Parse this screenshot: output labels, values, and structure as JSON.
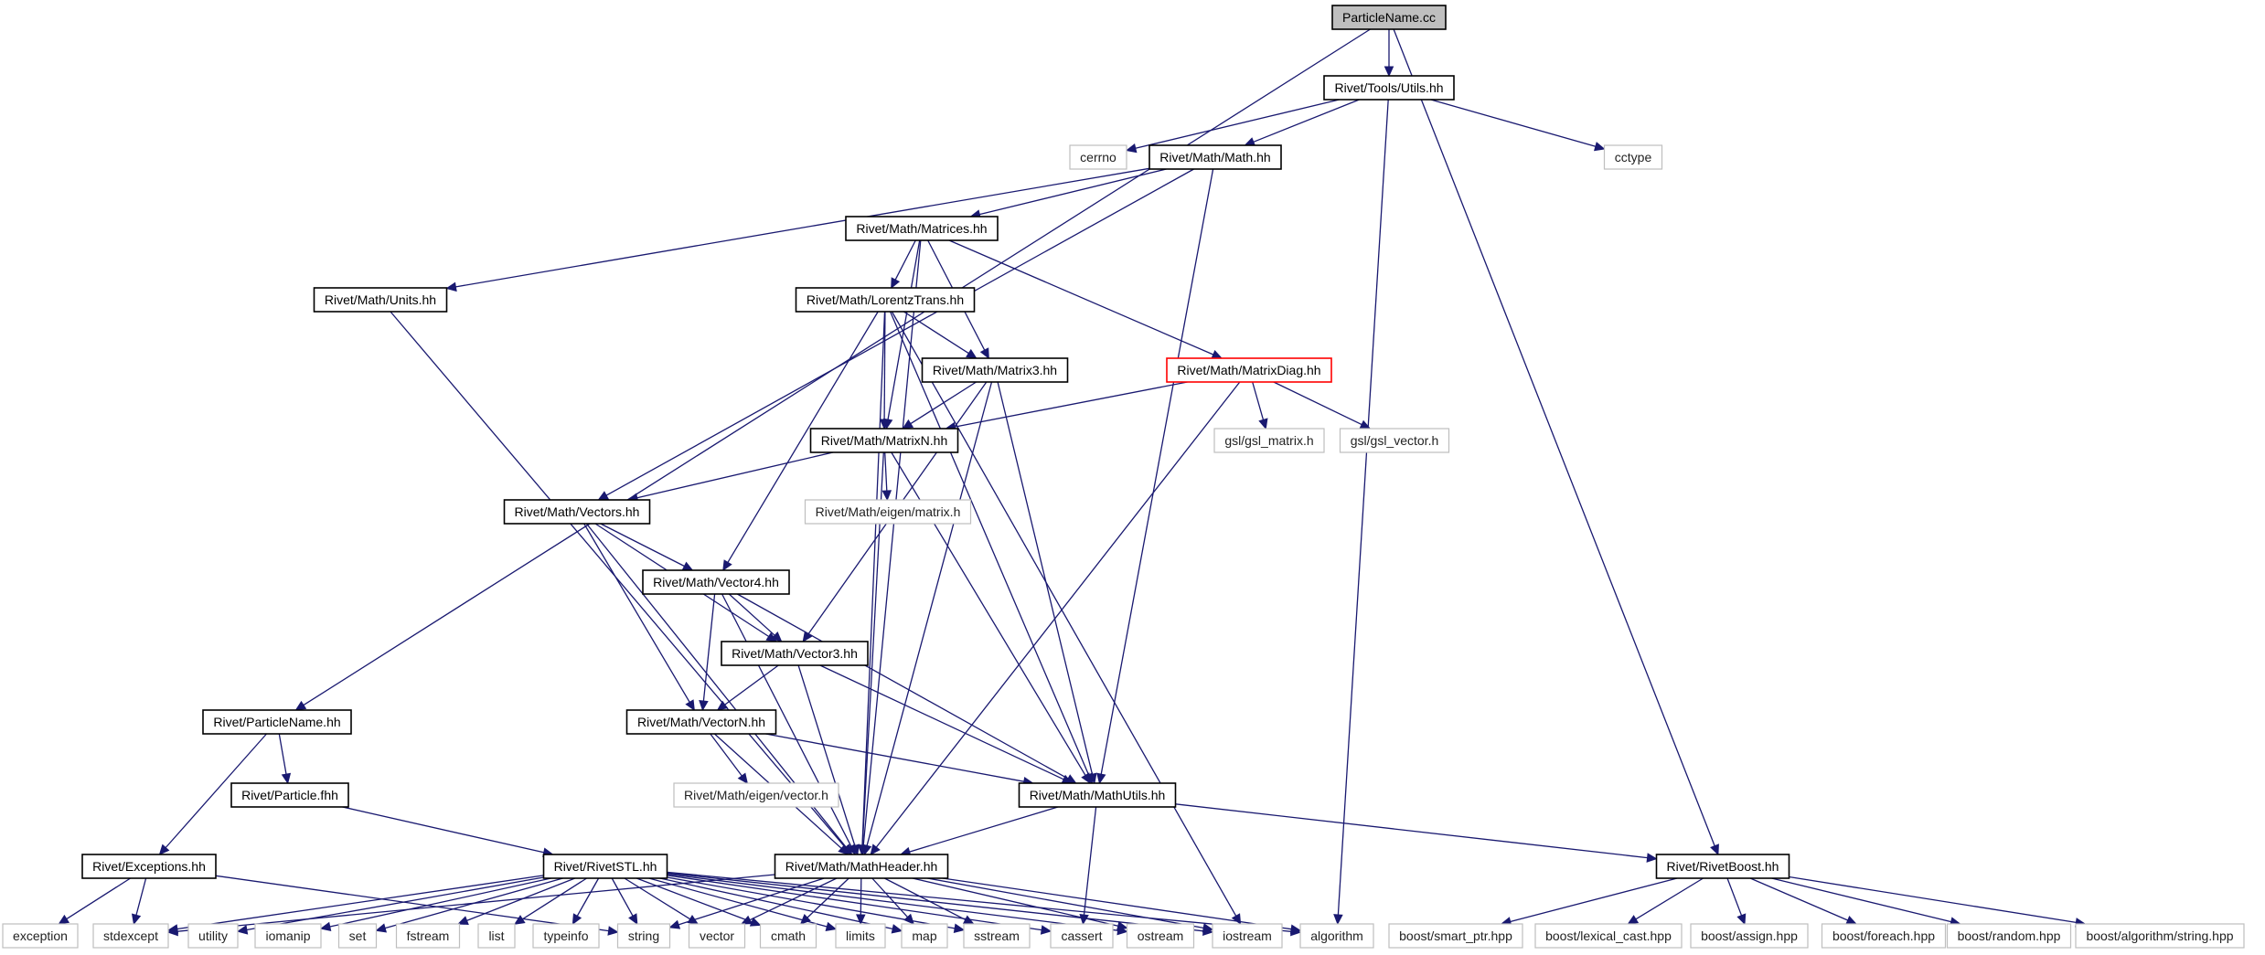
{
  "graph": {
    "title": "ParticleName.cc",
    "colors": {
      "edge": "#191970",
      "node_border": "#000000",
      "focus_fill": "#bfbfbf",
      "system_border": "#bfbfbf",
      "missing_border": "#ff0000"
    },
    "nodes": [
      {
        "id": "particlename_cc",
        "label": "ParticleName.cc",
        "kind": "focus"
      },
      {
        "id": "utils",
        "label": "Rivet/Tools/Utils.hh",
        "kind": "header"
      },
      {
        "id": "cerrno",
        "label": "cerrno",
        "kind": "system"
      },
      {
        "id": "math",
        "label": "Rivet/Math/Math.hh",
        "kind": "header"
      },
      {
        "id": "cctype",
        "label": "cctype",
        "kind": "system"
      },
      {
        "id": "matrices",
        "label": "Rivet/Math/Matrices.hh",
        "kind": "header"
      },
      {
        "id": "units",
        "label": "Rivet/Math/Units.hh",
        "kind": "header"
      },
      {
        "id": "lorentz",
        "label": "Rivet/Math/LorentzTrans.hh",
        "kind": "header"
      },
      {
        "id": "matrix3",
        "label": "Rivet/Math/Matrix3.hh",
        "kind": "header"
      },
      {
        "id": "matrixdiag",
        "label": "Rivet/Math/MatrixDiag.hh",
        "kind": "missing"
      },
      {
        "id": "matrixn",
        "label": "Rivet/Math/MatrixN.hh",
        "kind": "header"
      },
      {
        "id": "gsl_matrix",
        "label": "gsl/gsl_matrix.h",
        "kind": "system"
      },
      {
        "id": "gsl_vector",
        "label": "gsl/gsl_vector.h",
        "kind": "system"
      },
      {
        "id": "eigen_matrix",
        "label": "Rivet/Math/eigen/matrix.h",
        "kind": "system"
      },
      {
        "id": "vectors",
        "label": "Rivet/Math/Vectors.hh",
        "kind": "header"
      },
      {
        "id": "vector4",
        "label": "Rivet/Math/Vector4.hh",
        "kind": "header"
      },
      {
        "id": "vector3",
        "label": "Rivet/Math/Vector3.hh",
        "kind": "header"
      },
      {
        "id": "particlename_hh",
        "label": "Rivet/ParticleName.hh",
        "kind": "header"
      },
      {
        "id": "vectorn",
        "label": "Rivet/Math/VectorN.hh",
        "kind": "header"
      },
      {
        "id": "particle_fhh",
        "label": "Rivet/Particle.fhh",
        "kind": "header"
      },
      {
        "id": "eigen_vector",
        "label": "Rivet/Math/eigen/vector.h",
        "kind": "system"
      },
      {
        "id": "mathutils",
        "label": "Rivet/Math/MathUtils.hh",
        "kind": "header"
      },
      {
        "id": "exceptions",
        "label": "Rivet/Exceptions.hh",
        "kind": "header"
      },
      {
        "id": "rivetstl",
        "label": "Rivet/RivetSTL.hh",
        "kind": "header"
      },
      {
        "id": "mathheader",
        "label": "Rivet/Math/MathHeader.hh",
        "kind": "header"
      },
      {
        "id": "rivetboost",
        "label": "Rivet/RivetBoost.hh",
        "kind": "header"
      },
      {
        "id": "exception",
        "label": "exception",
        "kind": "system"
      },
      {
        "id": "stdexcept",
        "label": "stdexcept",
        "kind": "system"
      },
      {
        "id": "utility",
        "label": "utility",
        "kind": "system"
      },
      {
        "id": "iomanip",
        "label": "iomanip",
        "kind": "system"
      },
      {
        "id": "set",
        "label": "set",
        "kind": "system"
      },
      {
        "id": "fstream",
        "label": "fstream",
        "kind": "system"
      },
      {
        "id": "list",
        "label": "list",
        "kind": "system"
      },
      {
        "id": "typeinfo",
        "label": "typeinfo",
        "kind": "system"
      },
      {
        "id": "string",
        "label": "string",
        "kind": "system"
      },
      {
        "id": "vector",
        "label": "vector",
        "kind": "system"
      },
      {
        "id": "cmath",
        "label": "cmath",
        "kind": "system"
      },
      {
        "id": "limits",
        "label": "limits",
        "kind": "system"
      },
      {
        "id": "map",
        "label": "map",
        "kind": "system"
      },
      {
        "id": "sstream",
        "label": "sstream",
        "kind": "system"
      },
      {
        "id": "cassert",
        "label": "cassert",
        "kind": "system"
      },
      {
        "id": "ostream",
        "label": "ostream",
        "kind": "system"
      },
      {
        "id": "iostream",
        "label": "iostream",
        "kind": "system"
      },
      {
        "id": "algorithm",
        "label": "algorithm",
        "kind": "system"
      },
      {
        "id": "smart_ptr",
        "label": "boost/smart_ptr.hpp",
        "kind": "system"
      },
      {
        "id": "lexical_cast",
        "label": "boost/lexical_cast.hpp",
        "kind": "system"
      },
      {
        "id": "assign",
        "label": "boost/assign.hpp",
        "kind": "system"
      },
      {
        "id": "foreach",
        "label": "boost/foreach.hpp",
        "kind": "system"
      },
      {
        "id": "random",
        "label": "boost/random.hpp",
        "kind": "system"
      },
      {
        "id": "algstring",
        "label": "boost/algorithm/string.hpp",
        "kind": "system"
      }
    ],
    "edges": [
      [
        "particlename_cc",
        "utils"
      ],
      [
        "particlename_cc",
        "particlename_hh"
      ],
      [
        "particlename_cc",
        "rivetboost"
      ],
      [
        "utils",
        "cerrno"
      ],
      [
        "utils",
        "math"
      ],
      [
        "utils",
        "cctype"
      ],
      [
        "utils",
        "algorithm"
      ],
      [
        "math",
        "matrices"
      ],
      [
        "math",
        "units"
      ],
      [
        "math",
        "vectors"
      ],
      [
        "math",
        "mathutils"
      ],
      [
        "matrices",
        "lorentz"
      ],
      [
        "matrices",
        "matrix3"
      ],
      [
        "matrices",
        "matrixdiag"
      ],
      [
        "matrices",
        "matrixn"
      ],
      [
        "matrices",
        "mathheader"
      ],
      [
        "units",
        "mathheader"
      ],
      [
        "lorentz",
        "matrix3"
      ],
      [
        "lorentz",
        "matrixn"
      ],
      [
        "lorentz",
        "vector4"
      ],
      [
        "lorentz",
        "mathutils"
      ],
      [
        "lorentz",
        "mathheader"
      ],
      [
        "lorentz",
        "iostream"
      ],
      [
        "matrix3",
        "matrixn"
      ],
      [
        "matrix3",
        "vector3"
      ],
      [
        "matrix3",
        "mathutils"
      ],
      [
        "matrix3",
        "mathheader"
      ],
      [
        "matrixdiag",
        "matrixn"
      ],
      [
        "matrixdiag",
        "gsl_matrix"
      ],
      [
        "matrixdiag",
        "gsl_vector"
      ],
      [
        "matrixdiag",
        "mathheader"
      ],
      [
        "matrixn",
        "eigen_matrix"
      ],
      [
        "matrixn",
        "vectors"
      ],
      [
        "matrixn",
        "mathutils"
      ],
      [
        "matrixn",
        "mathheader"
      ],
      [
        "vectors",
        "vector4"
      ],
      [
        "vectors",
        "vector3"
      ],
      [
        "vectors",
        "vectorn"
      ],
      [
        "vectors",
        "mathheader"
      ],
      [
        "vector4",
        "vector3"
      ],
      [
        "vector4",
        "vectorn"
      ],
      [
        "vector4",
        "mathutils"
      ],
      [
        "vector4",
        "mathheader"
      ],
      [
        "vector3",
        "vectorn"
      ],
      [
        "vector3",
        "mathutils"
      ],
      [
        "vector3",
        "mathheader"
      ],
      [
        "vectorn",
        "eigen_vector"
      ],
      [
        "vectorn",
        "mathutils"
      ],
      [
        "vectorn",
        "mathheader"
      ],
      [
        "particlename_hh",
        "particle_fhh"
      ],
      [
        "particlename_hh",
        "exceptions"
      ],
      [
        "particle_fhh",
        "rivetstl"
      ],
      [
        "mathutils",
        "mathheader"
      ],
      [
        "mathutils",
        "cassert"
      ],
      [
        "mathutils",
        "rivetboost"
      ],
      [
        "exceptions",
        "exception"
      ],
      [
        "exceptions",
        "stdexcept"
      ],
      [
        "exceptions",
        "string"
      ],
      [
        "rivetstl",
        "stdexcept"
      ],
      [
        "rivetstl",
        "utility"
      ],
      [
        "rivetstl",
        "iomanip"
      ],
      [
        "rivetstl",
        "set"
      ],
      [
        "rivetstl",
        "fstream"
      ],
      [
        "rivetstl",
        "list"
      ],
      [
        "rivetstl",
        "typeinfo"
      ],
      [
        "rivetstl",
        "string"
      ],
      [
        "rivetstl",
        "vector"
      ],
      [
        "rivetstl",
        "cmath"
      ],
      [
        "rivetstl",
        "limits"
      ],
      [
        "rivetstl",
        "map"
      ],
      [
        "rivetstl",
        "sstream"
      ],
      [
        "rivetstl",
        "cassert"
      ],
      [
        "rivetstl",
        "ostream"
      ],
      [
        "rivetstl",
        "iostream"
      ],
      [
        "rivetstl",
        "algorithm"
      ],
      [
        "mathheader",
        "stdexcept"
      ],
      [
        "mathheader",
        "string"
      ],
      [
        "mathheader",
        "vector"
      ],
      [
        "mathheader",
        "cmath"
      ],
      [
        "mathheader",
        "limits"
      ],
      [
        "mathheader",
        "map"
      ],
      [
        "mathheader",
        "sstream"
      ],
      [
        "mathheader",
        "ostream"
      ],
      [
        "mathheader",
        "iostream"
      ],
      [
        "mathheader",
        "algorithm"
      ],
      [
        "rivetboost",
        "smart_ptr"
      ],
      [
        "rivetboost",
        "lexical_cast"
      ],
      [
        "rivetboost",
        "assign"
      ],
      [
        "rivetboost",
        "foreach"
      ],
      [
        "rivetboost",
        "random"
      ],
      [
        "rivetboost",
        "algstring"
      ]
    ]
  }
}
